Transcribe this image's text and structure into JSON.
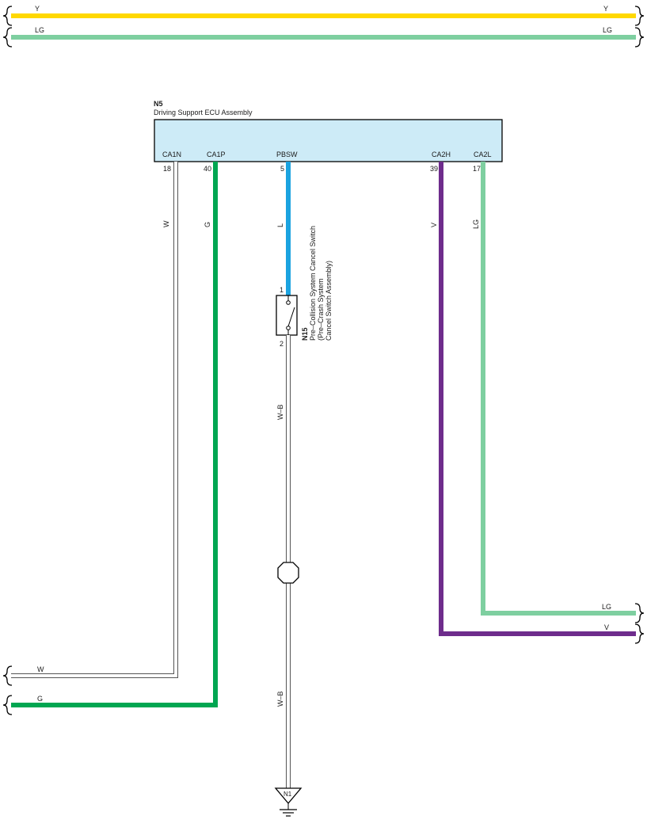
{
  "ecu": {
    "id": "N5",
    "name": "Driving Support ECU Assembly",
    "pins": [
      {
        "label": "CA1N",
        "number": "18"
      },
      {
        "label": "CA1P",
        "number": "40"
      },
      {
        "label": "PBSW",
        "number": "5"
      },
      {
        "label": "CA2H",
        "number": "39"
      },
      {
        "label": "CA2L",
        "number": "17"
      }
    ]
  },
  "switch": {
    "id": "N15",
    "name_line1": "Pre–Collision System Cancel Switch",
    "name_line2": "(Pre–Crash System",
    "name_line3": "Cancel Switch Assembly)",
    "pin1": "1",
    "pin2": "2"
  },
  "ground": {
    "id": "N1"
  },
  "wires": {
    "top_y": {
      "color_code": "Y",
      "color": "#FFD800"
    },
    "top_lg": {
      "color_code": "LG",
      "color": "#7ECFA0"
    },
    "ca1n": {
      "color_code": "W",
      "color": "#ffffff"
    },
    "ca1p": {
      "color_code": "G",
      "color": "#00A651"
    },
    "pbsw": {
      "color_code": "L",
      "color": "#1BA3E0"
    },
    "ground_wire": {
      "color_code": "W–B",
      "color": "#ffffff"
    },
    "ca2h": {
      "color_code": "V",
      "color": "#6E2C8C"
    },
    "ca2l": {
      "color_code": "LG",
      "color": "#7ECFA0"
    }
  },
  "colors": {
    "ecu_fill": "#CDEBF7",
    "outline": "#000000"
  }
}
